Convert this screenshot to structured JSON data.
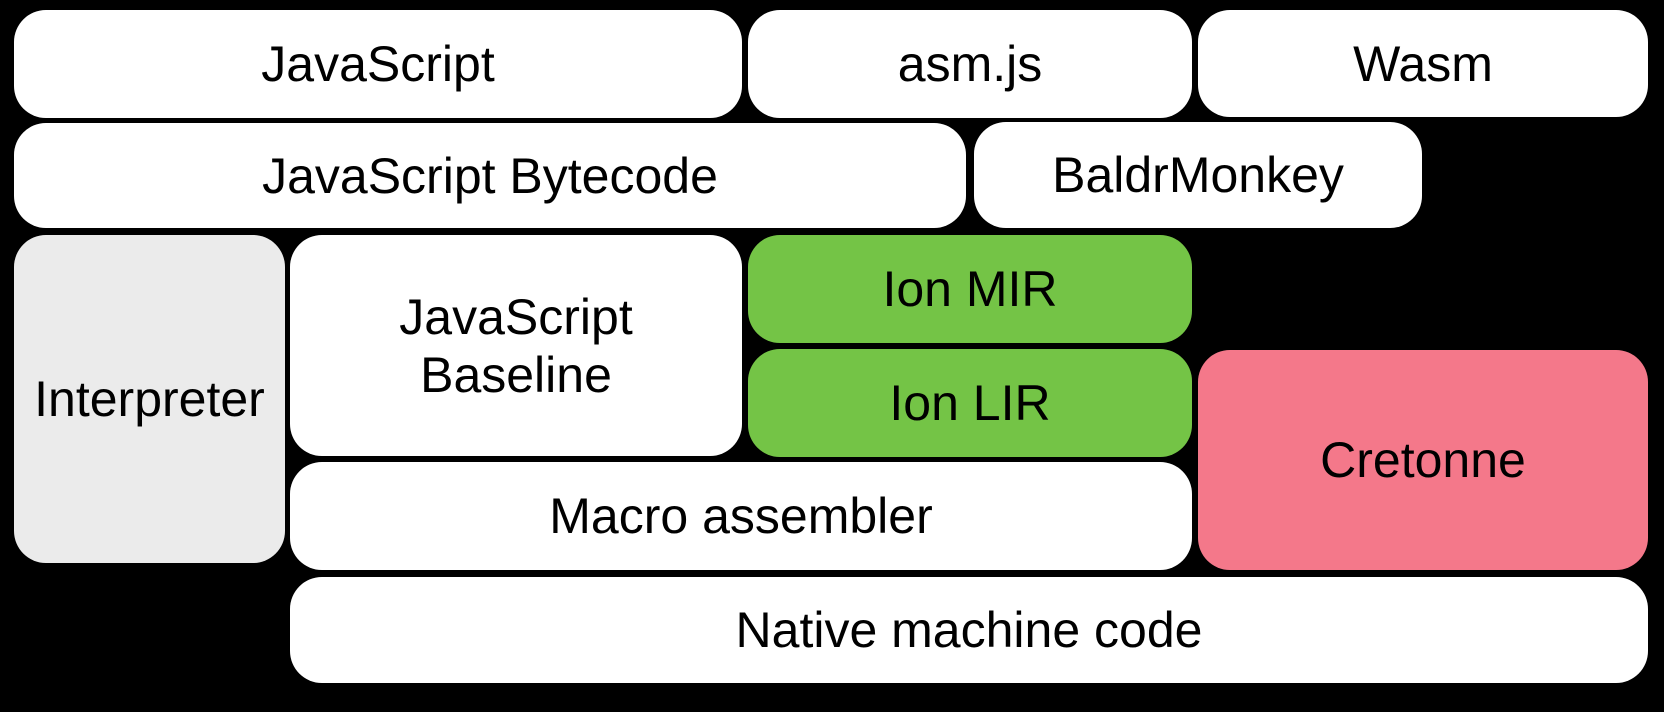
{
  "diagram": {
    "background": "#000000",
    "colors": {
      "box": "#ffffff",
      "interpreter": "#ebebeb",
      "ion": "#74c446",
      "cretonne": "#f4788a",
      "text": "#000000"
    },
    "nodes": [
      {
        "id": "javascript",
        "label": "JavaScript"
      },
      {
        "id": "asmjs",
        "label": "asm.js"
      },
      {
        "id": "wasm",
        "label": "Wasm"
      },
      {
        "id": "javascript-bytecode",
        "label": "JavaScript Bytecode"
      },
      {
        "id": "baldrmonkey",
        "label": "BaldrMonkey"
      },
      {
        "id": "interpreter",
        "label": "Interpreter"
      },
      {
        "id": "javascript-baseline",
        "label": "JavaScript Baseline"
      },
      {
        "id": "ion-mir",
        "label": "Ion MIR"
      },
      {
        "id": "ion-lir",
        "label": "Ion LIR"
      },
      {
        "id": "cretonne",
        "label": "Cretonne"
      },
      {
        "id": "macro-assembler",
        "label": "Macro assembler"
      },
      {
        "id": "native-machine-code",
        "label": "Native machine code"
      }
    ]
  }
}
